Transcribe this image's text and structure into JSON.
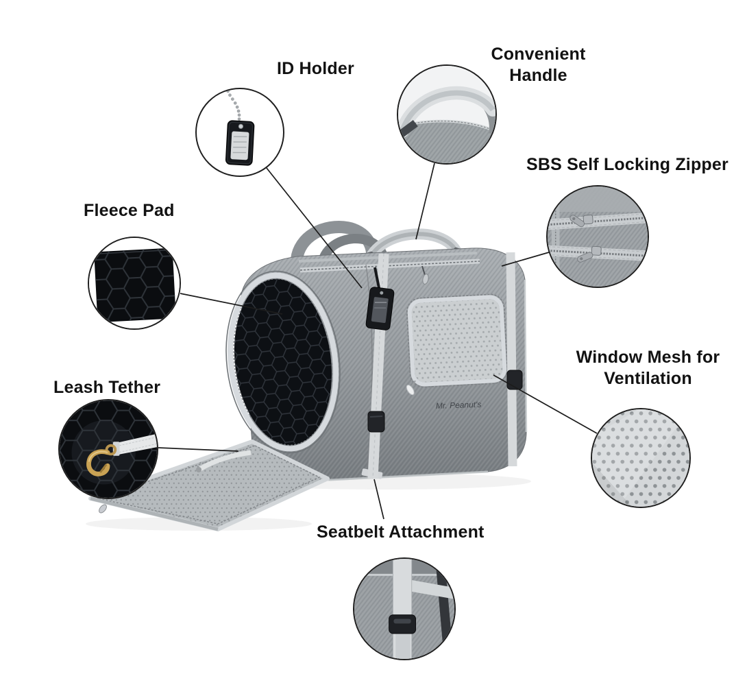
{
  "figure": {
    "background": "#ffffff"
  },
  "product": {
    "brand": "Mr. Peanut's",
    "item": "pet carrier"
  },
  "callouts": {
    "id_holder": {
      "label": "ID Holder"
    },
    "convenient_handle": {
      "line1": "Convenient",
      "line2": "Handle"
    },
    "sbs_zipper": {
      "label": "SBS Self Locking Zipper"
    },
    "fleece_pad": {
      "label": "Fleece Pad"
    },
    "leash_tether": {
      "label": "Leash Tether"
    },
    "window_mesh": {
      "line1": "Window Mesh for",
      "line2": "Ventilation"
    },
    "seatbelt": {
      "label": "Seatbelt Attachment"
    }
  },
  "colors": {
    "fabric_gray": "#9aa0a3",
    "fabric_dark": "#75797d",
    "trim_light": "#d6dade",
    "mesh_light": "#c9cdcf",
    "interior_black": "#0d1014",
    "label_text": "#121212",
    "leader_line": "#1c1c1c",
    "clip_gold": "#c9a254"
  }
}
